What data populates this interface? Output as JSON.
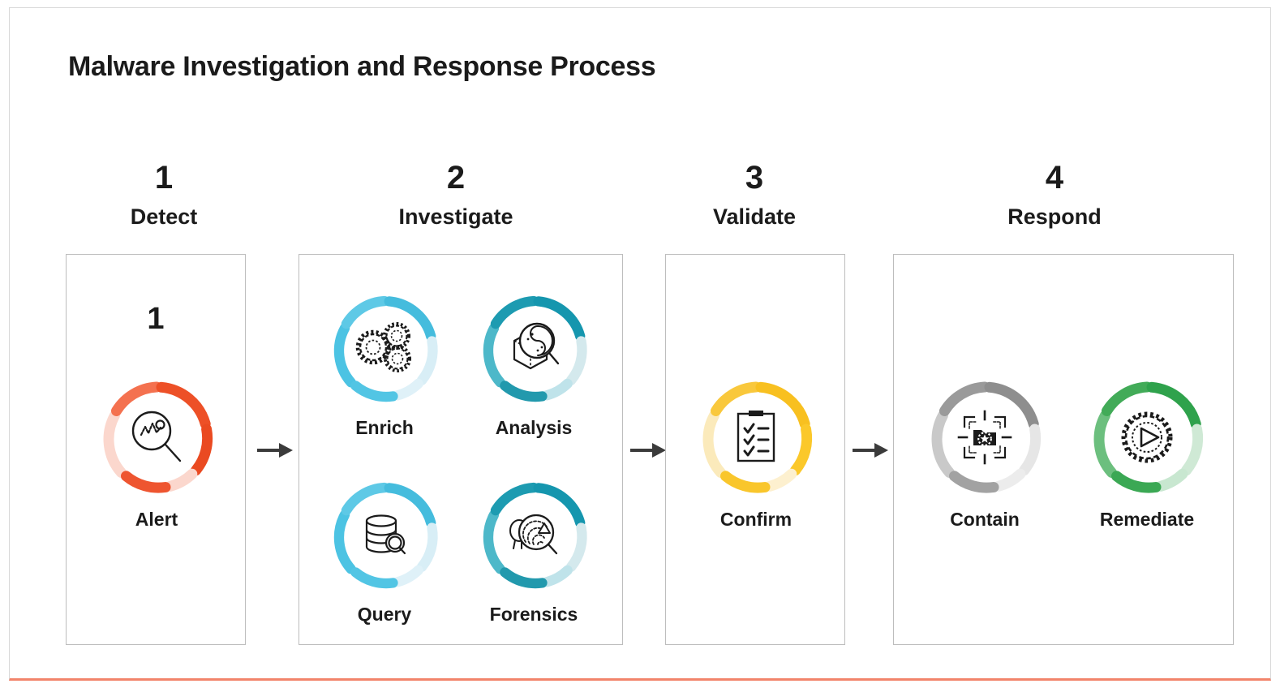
{
  "page": {
    "title": "Malware Investigation and Response Process",
    "frame_border_color": "#d8d8d8",
    "frame_accent_color": "#f2846b",
    "background": "#ffffff"
  },
  "stages": [
    {
      "number": "1",
      "label": "Detect",
      "inner_number": "1",
      "accent": "#ee4b28",
      "accent_light": "#fbd7cd",
      "nodes": [
        {
          "label": "Alert",
          "icon": "magnifier-waveform-icon",
          "color": "#ee4b28",
          "color_light": "#fbd7cd"
        }
      ]
    },
    {
      "number": "2",
      "label": "Investigate",
      "inner_number": "",
      "accent": "#45bcdd",
      "accent_light": "#c9eaf5",
      "nodes": [
        {
          "label": "Enrich",
          "icon": "gears-icon",
          "color": "#45bcdd",
          "color_light": "#d4edf7"
        },
        {
          "label": "Analysis",
          "icon": "cube-magnifier-icon",
          "color": "#1596ae",
          "color_light": "#bfe3ea"
        },
        {
          "label": "Query",
          "icon": "database-search-icon",
          "color": "#45bcdd",
          "color_light": "#d4edf7"
        },
        {
          "label": "Forensics",
          "icon": "fingerprint-magnifier-icon",
          "color": "#1596ae",
          "color_light": "#bfe3ea"
        }
      ]
    },
    {
      "number": "3",
      "label": "Validate",
      "inner_number": "",
      "accent": "#f8c020",
      "accent_light": "#fbeabb",
      "nodes": [
        {
          "label": "Confirm",
          "icon": "clipboard-checklist-icon",
          "color": "#f8c020",
          "color_light": "#fbeabb"
        }
      ]
    },
    {
      "number": "4",
      "label": "Respond",
      "inner_number": "",
      "accent": "#8e8e8e",
      "accent_light": "#e2e2e2",
      "nodes": [
        {
          "label": "Contain",
          "icon": "target-folder-virus-icon",
          "color": "#8e8e8e",
          "color_light": "#e4e4e4"
        },
        {
          "label": "Remediate",
          "icon": "gear-play-icon",
          "color": "#3aa853",
          "color_light": "#c6e7ce"
        }
      ]
    }
  ],
  "arrows": [
    {
      "name": "arrow-detect-to-investigate"
    },
    {
      "name": "arrow-investigate-to-validate"
    },
    {
      "name": "arrow-validate-to-respond"
    }
  ]
}
